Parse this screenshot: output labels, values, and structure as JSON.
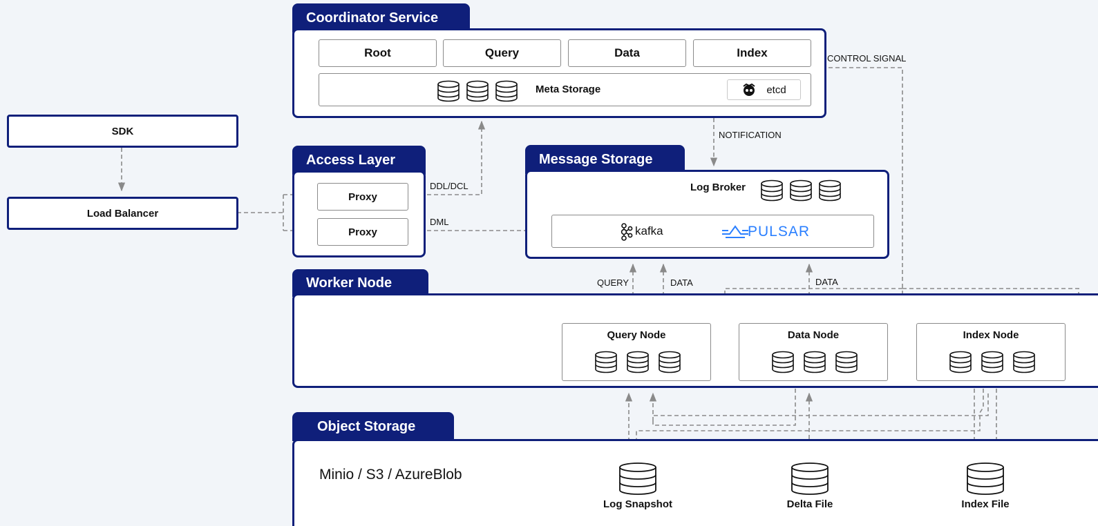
{
  "left": {
    "sdk": "SDK",
    "load_balancer": "Load Balancer"
  },
  "coordinator": {
    "title": "Coordinator Service",
    "components": [
      "Root",
      "Query",
      "Data",
      "Index"
    ],
    "meta_storage": "Meta Storage",
    "etcd": "etcd"
  },
  "access": {
    "title": "Access Layer",
    "proxy_1": "Proxy",
    "proxy_2": "Proxy"
  },
  "message": {
    "title": "Message Storage",
    "log_broker": "Log Broker",
    "kafka": "kafka",
    "pulsar": "PULSAR"
  },
  "worker": {
    "title": "Worker Node",
    "nodes": [
      "Query Node",
      "Data Node",
      "Index Node"
    ]
  },
  "object": {
    "title": "Object Storage",
    "backends": "Minio / S3 / AzureBlob",
    "files": [
      "Log Snapshot",
      "Delta File",
      "Index File"
    ]
  },
  "edges": {
    "control_signal": "CONTROL SIGNAL",
    "notification": "NOTIFICATION",
    "ddl": "DDL/DCL",
    "dml": "DML",
    "query": "QUERY",
    "data_1": "DATA",
    "data_2": "DATA"
  },
  "colors": {
    "navy": "#0f1f7a",
    "background": "#f2f5f9",
    "arrow": "#8a8a8a"
  }
}
